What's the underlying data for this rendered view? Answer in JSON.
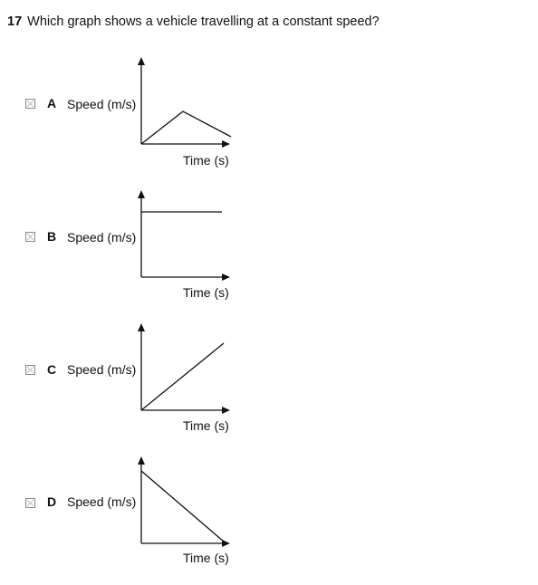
{
  "question": {
    "number": "17",
    "text": "Which graph shows a vehicle travelling at a constant speed?"
  },
  "options": [
    {
      "letter": "A",
      "y_axis_label": "Speed (m/s)",
      "x_axis_label": "Time (s)",
      "line_shape": "rises then falls"
    },
    {
      "letter": "B",
      "y_axis_label": "Speed (m/s)",
      "x_axis_label": "Time (s)",
      "line_shape": "horizontal"
    },
    {
      "letter": "C",
      "y_axis_label": "Speed (m/s)",
      "x_axis_label": "Time (s)",
      "line_shape": "rising straight line"
    },
    {
      "letter": "D",
      "y_axis_label": "Speed (m/s)",
      "x_axis_label": "Time (s)",
      "line_shape": "falling straight line"
    }
  ],
  "colors": {
    "ink": "#111111",
    "checkbox_border": "#888888"
  }
}
